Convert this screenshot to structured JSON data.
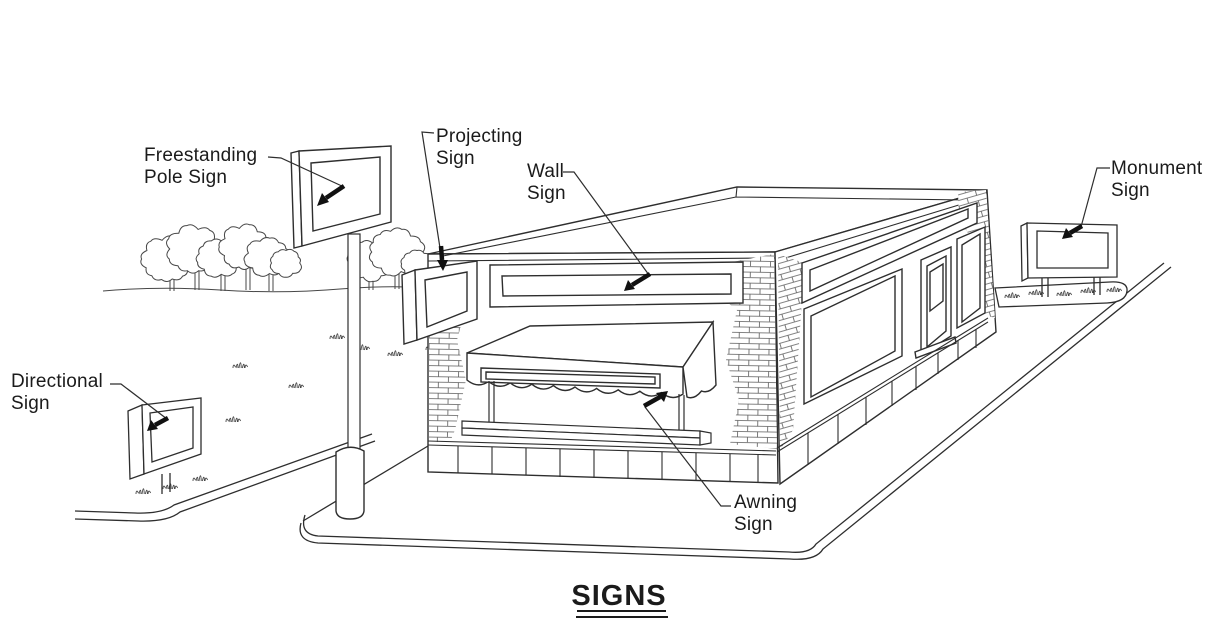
{
  "figure": {
    "title": "SIGNS",
    "labels": {
      "freestanding_pole_sign": [
        "Freestanding",
        "Pole Sign"
      ],
      "projecting_sign": [
        "Projecting",
        "Sign"
      ],
      "wall_sign": [
        "Wall",
        "Sign"
      ],
      "monument_sign": [
        "Monument",
        "Sign"
      ],
      "directional_sign": [
        "Directional",
        "Sign"
      ],
      "awning_sign": [
        "Awning",
        "Sign"
      ]
    },
    "ink_color": "#2e2e2e",
    "background": "#ffffff"
  }
}
